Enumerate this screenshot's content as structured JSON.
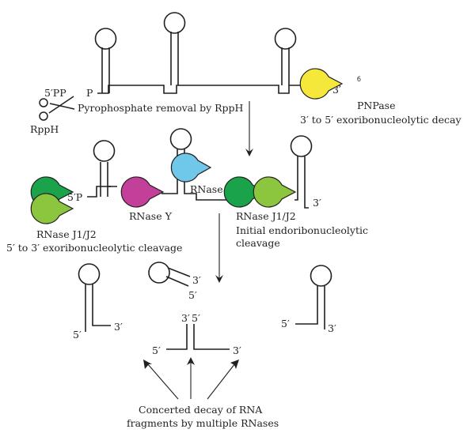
{
  "step1": {
    "pp_label": "5′PP",
    "p_label": "P",
    "three_prime": "3′",
    "rpph_label": "RppH",
    "removal_label": "Pyrophosphate removal by RppH",
    "pnpase_label": "PNPase",
    "pnpase_activity": "3′ to 5′ exoribonucleolytic decay",
    "pnpase_color": "#f6e83a"
  },
  "step2": {
    "five_p_label": "5′P",
    "three_prime": "3′",
    "rnase_j_label": "RNase J1/J2",
    "rnase_j_activity": "5′ to 3′ exoribonucleolytic cleavage",
    "rnase_y_label": "RNase Y",
    "rnase_iii_label": "RNase III",
    "rnase_j_mid_label": "RNase J1/J2",
    "initial_label_line1": "Initial endoribonucleolytic",
    "initial_label_line2": "cleavage",
    "colors": {
      "rnase_j_dark": "#1aa34a",
      "rnase_j_light": "#8cc63f",
      "rnase_y": "#c2409a",
      "rnase_iii": "#6fc7ea"
    }
  },
  "step3": {
    "left_five": "5′",
    "left_three": "3′",
    "loop_three": "3′",
    "loop_five": "5′",
    "center_three": "3′",
    "center_five": "5′",
    "center_left_five": "5′",
    "center_right_three": "3′",
    "right_five": "5′",
    "right_three": "3′",
    "concerted_line1": "Concerted decay of RNA",
    "concerted_line2": "fragments by multiple RNases"
  }
}
